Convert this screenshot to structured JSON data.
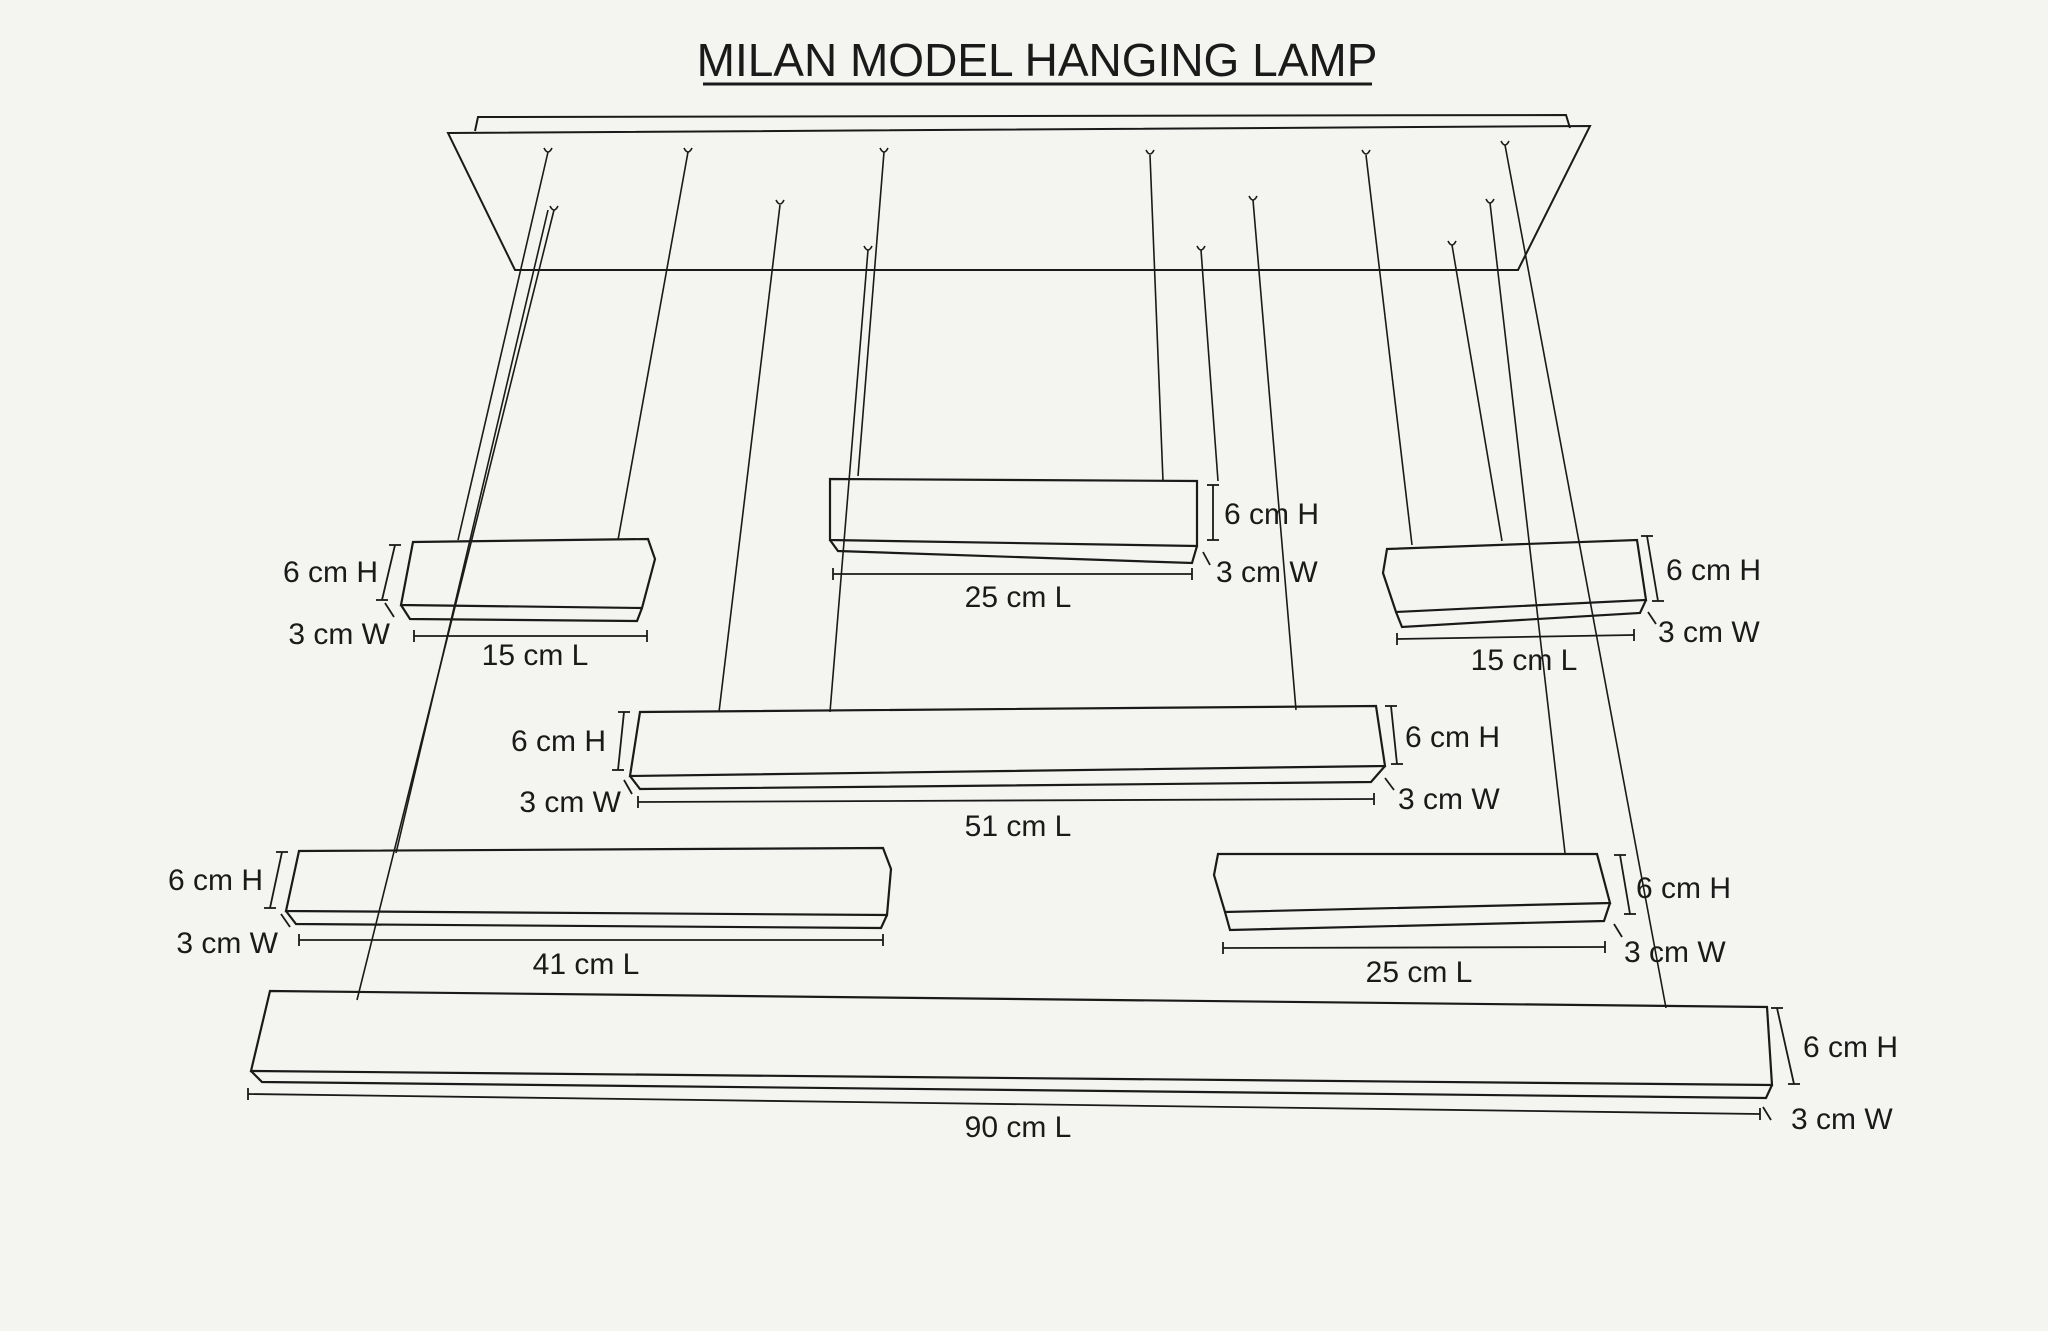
{
  "title": "MILAN MODEL HANGING LAMP",
  "lamps": [
    {
      "id": "top-center",
      "height": "6 cm H",
      "width": "3 cm W",
      "length": "25 cm L"
    },
    {
      "id": "upper-left",
      "height": "6 cm H",
      "width": "3 cm W",
      "length": "15 cm L"
    },
    {
      "id": "upper-right",
      "height": "6 cm H",
      "width": "3 cm W",
      "length": "15 cm L"
    },
    {
      "id": "middle",
      "height_left": "6 cm H",
      "width_left": "3 cm W",
      "height_right": "6 cm H",
      "width_right": "3 cm W",
      "length": "51 cm L"
    },
    {
      "id": "lower-left",
      "height": "6 cm H",
      "width": "3 cm W",
      "length": "41 cm L"
    },
    {
      "id": "lower-right",
      "height": "6 cm H",
      "width": "3 cm W",
      "length": "25 cm L"
    },
    {
      "id": "bottom",
      "height": "6 cm H",
      "width": "3 cm W",
      "length": "90 cm L"
    }
  ]
}
